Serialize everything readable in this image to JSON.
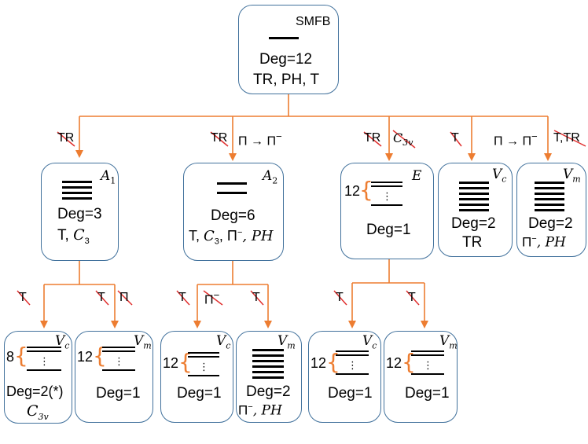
{
  "root": {
    "label": "SMFB",
    "degeneracy": "Deg=12",
    "symmetries": "TR, PH, T"
  },
  "level1": {
    "A1": {
      "irrep_base": "A",
      "irrep_sub": "1",
      "degeneracy": "Deg=3",
      "sym_text": "T, ",
      "sym_math_base": "C",
      "sym_math_sub": "3",
      "edge_broken": "TR"
    },
    "A2": {
      "irrep_base": "A",
      "irrep_sub": "2",
      "degeneracy": "Deg=6",
      "sym_text": "T, ",
      "sym_math": "C",
      "sym_math_sub": "3",
      "sym_pi": ", Π",
      "sym_pi_sup": "−",
      "sym_ph": ", PH",
      "edge_broken": "TR",
      "edge_text": "Π → Π",
      "edge_sup": "−"
    },
    "E": {
      "irrep": "E",
      "count": "12",
      "degeneracy": "Deg=1",
      "edge_broken": "TR",
      "edge_broken_math": "C",
      "edge_broken_math_sub": "3v"
    },
    "Vc": {
      "irrep_base": "V",
      "irrep_sub": "c",
      "degeneracy": "Deg=2",
      "symmetries": "TR",
      "edge_broken": "T"
    },
    "Vm": {
      "irrep_base": "V",
      "irrep_sub": "m",
      "degeneracy": "Deg=2",
      "sym_pi": "Π",
      "sym_pi_sup": "−",
      "sym_ph": ", PH",
      "edge_text": "Π → Π",
      "edge_sup": "−",
      "edge_broken": "T,TR"
    }
  },
  "level2": {
    "A1_Vc": {
      "irrep_base": "V",
      "irrep_sub": "c",
      "count": "8",
      "degeneracy": "Deg=2(*)",
      "sym_math": "C",
      "sym_math_sub": "3v",
      "edge_broken": "T"
    },
    "A1_Vm": {
      "irrep_base": "V",
      "irrep_sub": "m",
      "count": "12",
      "degeneracy": "Deg=1",
      "edge_broken_1": "T",
      "edge_broken_2": "Π"
    },
    "A2_Vc": {
      "irrep_base": "V",
      "irrep_sub": "c",
      "count": "12",
      "degeneracy": "Deg=1",
      "edge_broken_1": "T",
      "edge_broken_2": "Π",
      "edge_broken_2_sup": "−"
    },
    "A2_Vm": {
      "irrep_base": "V",
      "irrep_sub": "m",
      "degeneracy": "Deg=2",
      "sym_pi": "Π",
      "sym_pi_sup": "−",
      "sym_ph": ", PH",
      "edge_broken": "T"
    },
    "E_Vc": {
      "irrep_base": "V",
      "irrep_sub": "c",
      "count": "12",
      "degeneracy": "Deg=1",
      "edge_broken": "T"
    },
    "E_Vm": {
      "irrep_base": "V",
      "irrep_sub": "m",
      "count": "12",
      "degeneracy": "Deg=1",
      "edge_broken": "T"
    }
  },
  "colors": {
    "edge": "#ed7d31",
    "box_border": "#41719c",
    "strike": "#e0302f"
  }
}
